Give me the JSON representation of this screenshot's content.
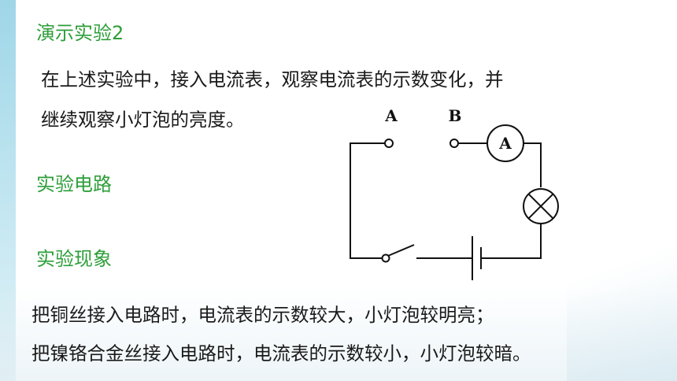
{
  "headings": {
    "demo": "演示实验2",
    "circuit": "实验电路",
    "phenomenon": "实验现象"
  },
  "intro": {
    "line1": "在上述实验中，接入电流表，观察电流表的示数变化，并",
    "line2": "继续观察小灯泡的亮度。"
  },
  "diagram": {
    "terminal_a": "A",
    "terminal_b": "B",
    "ammeter_symbol": "A"
  },
  "observations": {
    "line1": "把铜丝接入电路时，电流表的示数较大，小灯泡较明亮；",
    "line2": "把镍铬合金丝接入电路时，电流表的示数较小，小灯泡较暗。"
  },
  "colors": {
    "heading": "#2e9e3a",
    "text": "#1a1a1a",
    "accent_bar": "#9fd6e8"
  }
}
